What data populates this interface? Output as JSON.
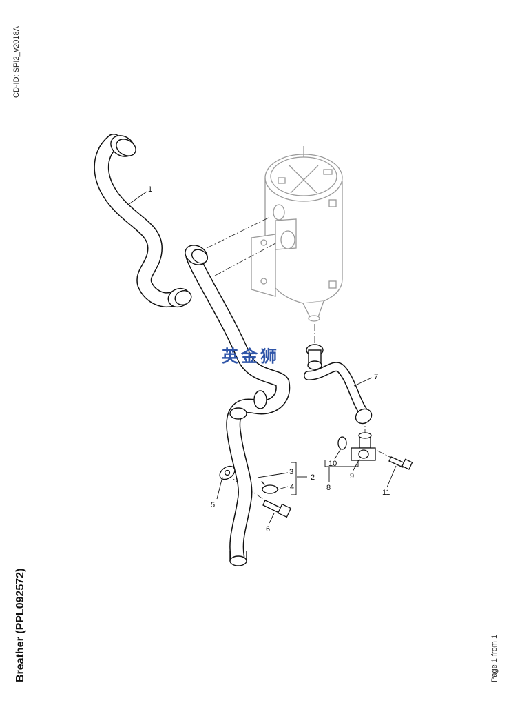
{
  "header": {
    "cd_id": "CD-ID: SPI2_v2018A"
  },
  "title": "Breather (PPL092572)",
  "footer": {
    "page_info": "Page 1 from 1"
  },
  "watermark": "英金狮",
  "callouts": {
    "c1": "1",
    "c2": "2",
    "c3": "3",
    "c4": "4",
    "c5": "5",
    "c6": "6",
    "c7": "7",
    "c8": "8",
    "c9": "9",
    "c10": "10",
    "c11": "11"
  }
}
